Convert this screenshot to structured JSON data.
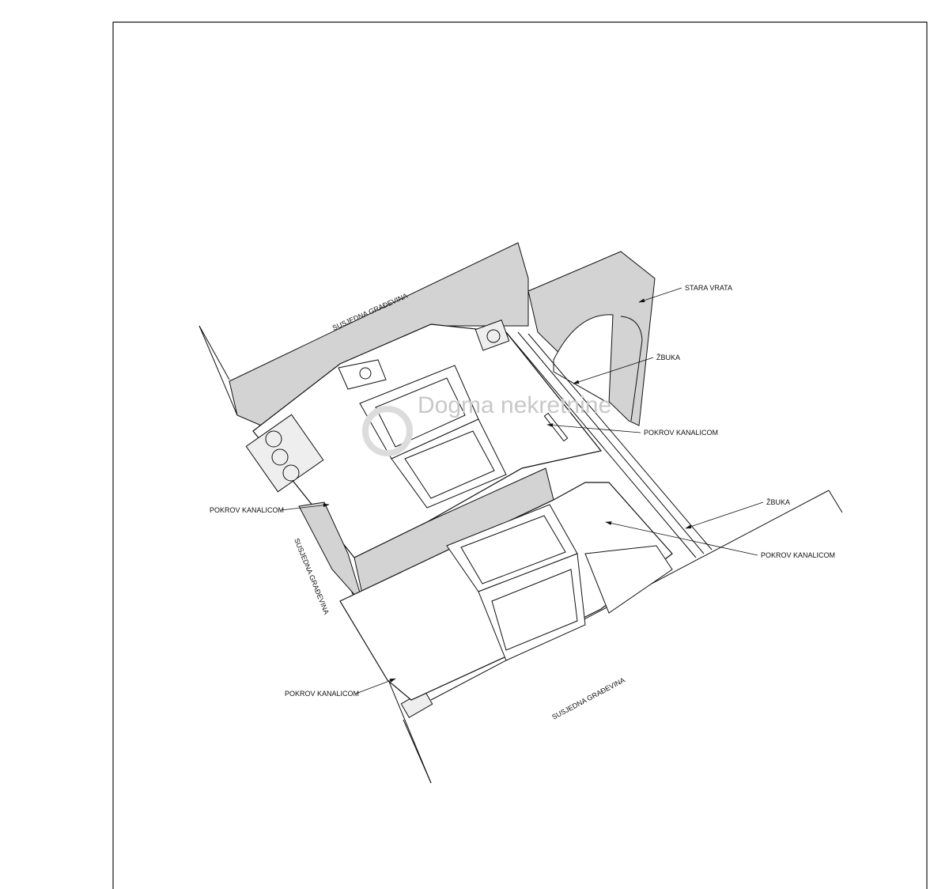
{
  "drawing": {
    "labels": {
      "stara_vrata": "STARA VRATA",
      "zbuka_top": "ŽBUKA",
      "zbuka_right": "ŽBUKA",
      "pokrov_top": "POKROV KANALICOM",
      "pokrov_left": "POKROV KANALICOM",
      "pokrov_right": "POKROV KANALICOM",
      "pokrov_bottom": "POKROV KANALICOM",
      "susjedna_top": "SUSJEDNA GRAĐEVINA",
      "susjedna_left": "SUSJEDNA GRAĐEVINA",
      "susjedna_bottom": "SUSJEDNA GRAĐEVINA"
    },
    "watermark": "Dogma nekretnine",
    "colors": {
      "line": "#111111",
      "wall_fill": "#d3d3d3",
      "paper": "#ffffff"
    }
  }
}
